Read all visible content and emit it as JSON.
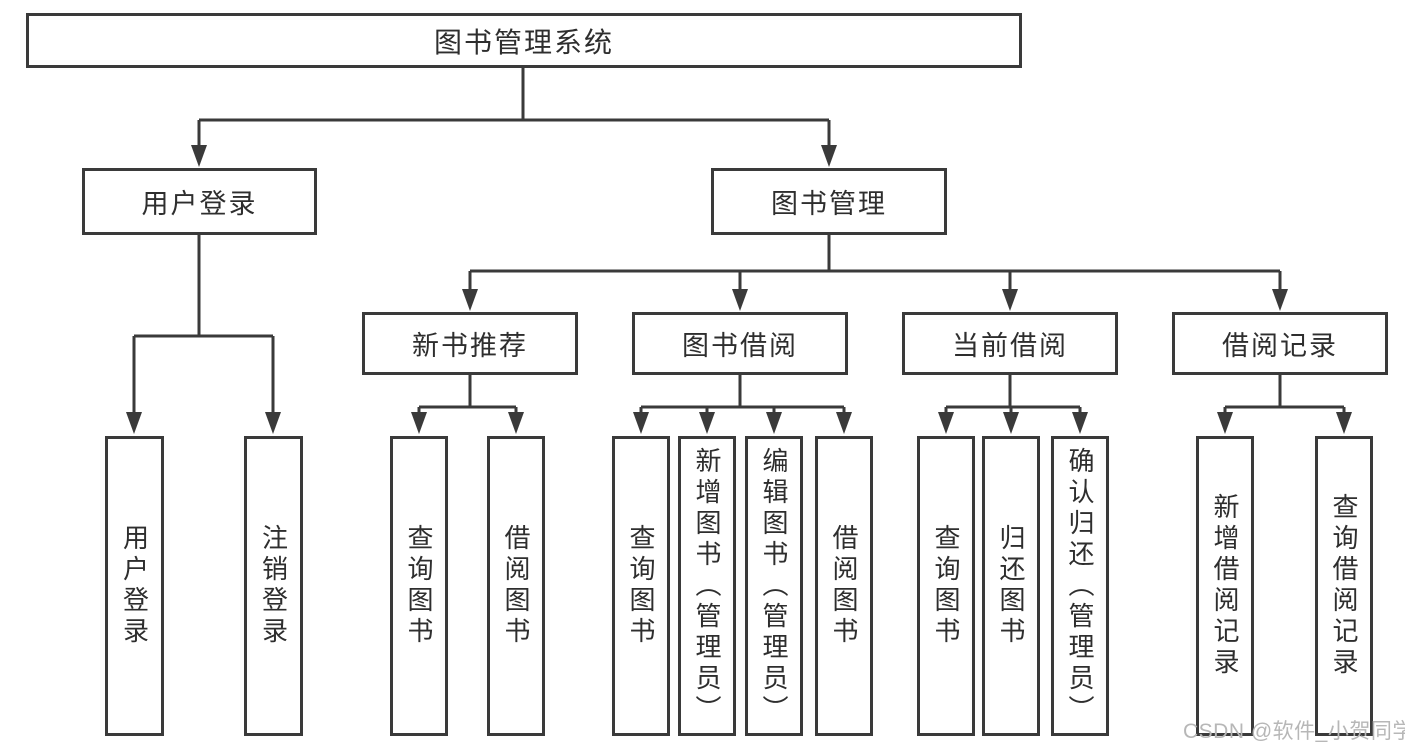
{
  "tree": {
    "label": "图书管理系统",
    "children": [
      {
        "label": "用户登录",
        "children": [
          {
            "label": "用户登录"
          },
          {
            "label": "注销登录"
          }
        ]
      },
      {
        "label": "图书管理",
        "children": [
          {
            "label": "新书推荐",
            "children": [
              {
                "label": "查询图书"
              },
              {
                "label": "借阅图书"
              }
            ]
          },
          {
            "label": "图书借阅",
            "children": [
              {
                "label": "查询图书"
              },
              {
                "label": "新增图书（管理员）"
              },
              {
                "label": "编辑图书（管理员）"
              },
              {
                "label": "借阅图书"
              }
            ]
          },
          {
            "label": "当前借阅",
            "children": [
              {
                "label": "查询图书"
              },
              {
                "label": "归还图书"
              },
              {
                "label": "确认归还（管理员）"
              }
            ]
          },
          {
            "label": "借阅记录",
            "children": [
              {
                "label": "新增借阅记录"
              },
              {
                "label": "查询借阅记录"
              }
            ]
          }
        ]
      }
    ]
  },
  "watermark": {
    "text": "CSDN @软件_小贺同学"
  },
  "colors": {
    "line": "#3a3a3a",
    "border": "#3a3a3a",
    "text": "#2e2e2e",
    "watermark": "#b7b7b7",
    "background": "#ffffff"
  }
}
